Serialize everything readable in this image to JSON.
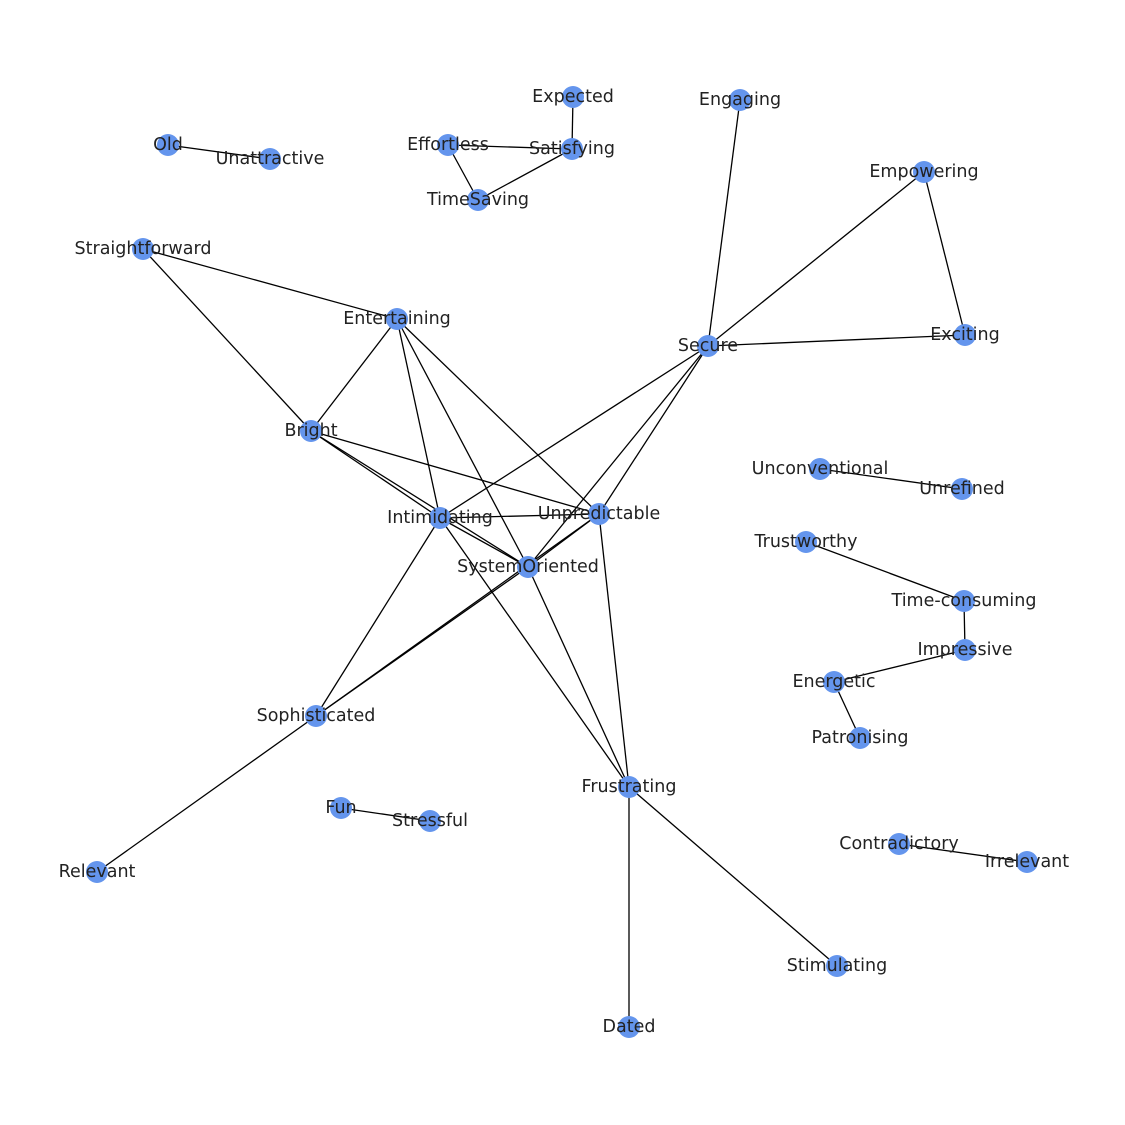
{
  "diagram": {
    "type": "network-graph",
    "node_color": "#6495ED",
    "edge_color": "#000000",
    "nodes": [
      {
        "id": "Old",
        "label": "Old"
      },
      {
        "id": "Unattractive",
        "label": "Unattractive"
      },
      {
        "id": "Expected",
        "label": "Expected"
      },
      {
        "id": "Satisfying",
        "label": "Satisfying"
      },
      {
        "id": "Effortless",
        "label": "Effortless"
      },
      {
        "id": "TimeSaving",
        "label": "TimeSaving"
      },
      {
        "id": "Engaging",
        "label": "Engaging"
      },
      {
        "id": "Empowering",
        "label": "Empowering"
      },
      {
        "id": "Straightforward",
        "label": "Straightforward"
      },
      {
        "id": "Entertaining",
        "label": "Entertaining"
      },
      {
        "id": "Secure",
        "label": "Secure"
      },
      {
        "id": "Exciting",
        "label": "Exciting"
      },
      {
        "id": "Bright",
        "label": "Bright"
      },
      {
        "id": "Unconventional",
        "label": "Unconventional"
      },
      {
        "id": "Unrefined",
        "label": "Unrefined"
      },
      {
        "id": "Intimidating",
        "label": "Intimidating"
      },
      {
        "id": "Unpredictable",
        "label": "Unpredictable"
      },
      {
        "id": "SystemOriented",
        "label": "SystemOriented"
      },
      {
        "id": "Trustworthy",
        "label": "Trustworthy"
      },
      {
        "id": "Time-consuming",
        "label": "Time-consuming"
      },
      {
        "id": "Impressive",
        "label": "Impressive"
      },
      {
        "id": "Energetic",
        "label": "Energetic"
      },
      {
        "id": "Patronising",
        "label": "Patronising"
      },
      {
        "id": "Sophisticated",
        "label": "Sophisticated"
      },
      {
        "id": "Frustrating",
        "label": "Frustrating"
      },
      {
        "id": "Fun",
        "label": "Fun"
      },
      {
        "id": "Stressful",
        "label": "Stressful"
      },
      {
        "id": "Contradictory",
        "label": "Contradictory"
      },
      {
        "id": "Irrelevant",
        "label": "Irrelevant"
      },
      {
        "id": "Relevant",
        "label": "Relevant"
      },
      {
        "id": "Stimulating",
        "label": "Stimulating"
      },
      {
        "id": "Dated",
        "label": "Dated"
      }
    ],
    "edges": [
      [
        "Old",
        "Unattractive"
      ],
      [
        "Expected",
        "Satisfying"
      ],
      [
        "Effortless",
        "Satisfying"
      ],
      [
        "Effortless",
        "TimeSaving"
      ],
      [
        "TimeSaving",
        "Satisfying"
      ],
      [
        "Engaging",
        "Secure"
      ],
      [
        "Empowering",
        "Secure"
      ],
      [
        "Empowering",
        "Exciting"
      ],
      [
        "Secure",
        "Exciting"
      ],
      [
        "Straightforward",
        "Entertaining"
      ],
      [
        "Straightforward",
        "Bright"
      ],
      [
        "Entertaining",
        "Bright"
      ],
      [
        "Entertaining",
        "Intimidating"
      ],
      [
        "Entertaining",
        "SystemOriented"
      ],
      [
        "Entertaining",
        "Unpredictable"
      ],
      [
        "Secure",
        "Intimidating"
      ],
      [
        "Secure",
        "SystemOriented"
      ],
      [
        "Secure",
        "Unpredictable"
      ],
      [
        "Bright",
        "Intimidating"
      ],
      [
        "Bright",
        "SystemOriented"
      ],
      [
        "Bright",
        "Unpredictable"
      ],
      [
        "Intimidating",
        "Unpredictable"
      ],
      [
        "Intimidating",
        "SystemOriented"
      ],
      [
        "Intimidating",
        "Sophisticated"
      ],
      [
        "Intimidating",
        "Frustrating"
      ],
      [
        "Unpredictable",
        "SystemOriented"
      ],
      [
        "Unpredictable",
        "Sophisticated"
      ],
      [
        "Unpredictable",
        "Frustrating"
      ],
      [
        "SystemOriented",
        "Sophisticated"
      ],
      [
        "SystemOriented",
        "Frustrating"
      ],
      [
        "Sophisticated",
        "Relevant"
      ],
      [
        "Frustrating",
        "Stimulating"
      ],
      [
        "Frustrating",
        "Dated"
      ],
      [
        "Unconventional",
        "Unrefined"
      ],
      [
        "Trustworthy",
        "Time-consuming"
      ],
      [
        "Time-consuming",
        "Impressive"
      ],
      [
        "Impressive",
        "Energetic"
      ],
      [
        "Energetic",
        "Patronising"
      ],
      [
        "Fun",
        "Stressful"
      ],
      [
        "Contradictory",
        "Irrelevant"
      ]
    ]
  }
}
